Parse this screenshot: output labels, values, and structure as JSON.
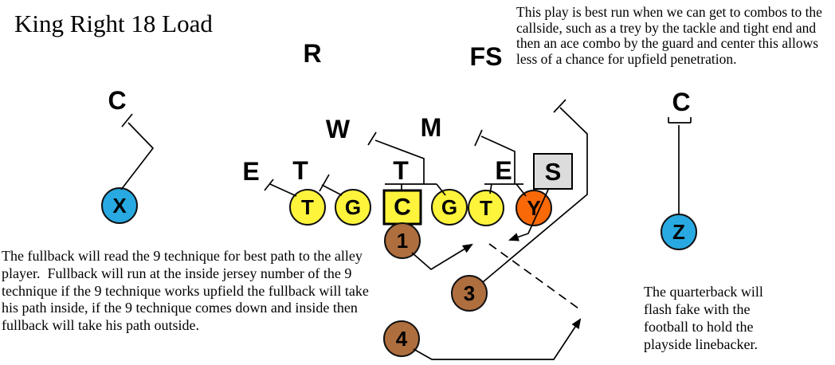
{
  "title": "King Right 18 Load",
  "notes": {
    "combo_note": "This play is best run when we can get to combos to the callside, such as a trey by the tackle and tight end and then an ace combo by the guard and center this allows less of a chance for upfield penetration.",
    "fullback_note": "The fullback will read the 9 technique for best path to the alley player.  Fullback will run at the inside jersey number of the 9 technique if the 9 technique works upfield the fullback will take his path inside, if the 9 technique comes down and inside then fullback will take his path outside.",
    "quarterback_note": "The quarterback will flash fake with the football to hold the playside linebacker."
  },
  "defense": {
    "labels": [
      {
        "label": "C"
      },
      {
        "label": "R"
      },
      {
        "label": "FS"
      },
      {
        "label": "W"
      },
      {
        "label": "M"
      },
      {
        "label": "E"
      },
      {
        "label": "T"
      },
      {
        "label": "T"
      },
      {
        "label": "E"
      },
      {
        "label": "S"
      },
      {
        "label": "C"
      }
    ]
  },
  "offense": {
    "players": [
      {
        "label": "X",
        "shape": "circle",
        "color": "#29A9E1"
      },
      {
        "label": "T",
        "shape": "circle",
        "color": "#FFF43C"
      },
      {
        "label": "G",
        "shape": "circle",
        "color": "#FFF43C"
      },
      {
        "label": "C",
        "shape": "square",
        "color": "#FFF43C"
      },
      {
        "label": "G",
        "shape": "circle",
        "color": "#FFF43C"
      },
      {
        "label": "T",
        "shape": "circle",
        "color": "#FFF43C"
      },
      {
        "label": "Y",
        "shape": "circle",
        "color": "#F96908"
      },
      {
        "label": "Z",
        "shape": "circle",
        "color": "#29A9E1"
      },
      {
        "label": "1",
        "shape": "circle",
        "color": "#AE6E3E"
      },
      {
        "label": "3",
        "shape": "circle",
        "color": "#AE6E3E"
      },
      {
        "label": "4",
        "shape": "circle",
        "color": "#AE6E3E"
      }
    ]
  },
  "colors": {
    "offense_line_yellow": "#FFF43C",
    "receiver_blue": "#29A9E1",
    "tight_end_orange": "#F96908",
    "back_brown": "#AE6E3E",
    "safety_box_gray": "#DCDCDC",
    "diagram_line": "#000000"
  }
}
